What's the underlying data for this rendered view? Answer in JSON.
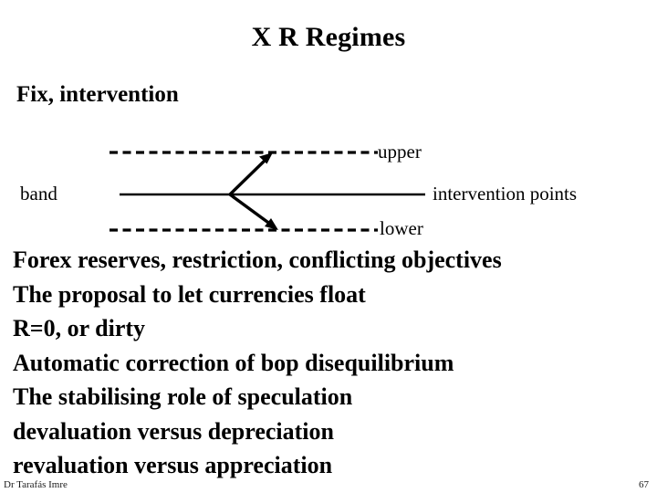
{
  "slide": {
    "title": "X R Regimes",
    "subtitle": "Fix, intervention",
    "diagram": {
      "label_band": "band",
      "label_upper": "upper",
      "label_lower": "lower",
      "label_intervention_points": "intervention points",
      "line_color": "#000000"
    },
    "body_lines": [
      "Forex reserves, restriction, conflicting objectives",
      "The proposal to let currencies float",
      "R=0, or dirty",
      "Automatic correction of bop disequilibrium",
      "The stabilising role of speculation",
      "devaluation versus depreciation",
      "revaluation versus appreciation"
    ],
    "footer": {
      "author": "Dr Tarafás Imre",
      "page_number": "67"
    }
  }
}
